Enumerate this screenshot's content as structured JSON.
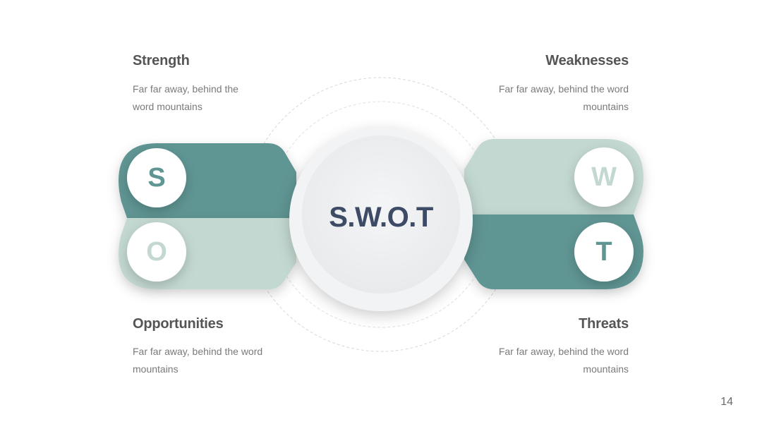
{
  "center": {
    "label": "S.W.O.T"
  },
  "quadrants": [
    {
      "key": "S",
      "title": "Strength",
      "text": "Far far away, behind the word mountains"
    },
    {
      "key": "W",
      "title": "Weaknesses",
      "text": "Far far away, behind the word mountains"
    },
    {
      "key": "O",
      "title": "Opportunities",
      "text": "Far far away, behind the word mountains"
    },
    {
      "key": "T",
      "title": "Threats",
      "text": "Far far away, behind the word mountains"
    }
  ],
  "colors": {
    "dark_teal": "#5f9593",
    "light_teal": "#c2d8d0",
    "center_text": "#3d4b66"
  },
  "page_number": "14"
}
